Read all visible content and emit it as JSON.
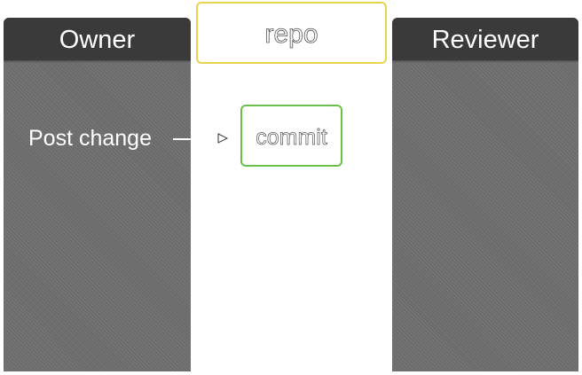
{
  "lanes": {
    "owner": {
      "title": "Owner"
    },
    "repo": {
      "title": "repo"
    },
    "reviewer": {
      "title": "Reviewer"
    }
  },
  "nodes": {
    "commit": {
      "label": "commit"
    }
  },
  "edges": {
    "post_change": {
      "label": "Post change"
    }
  },
  "colors": {
    "lane_fill": "#6b6b6b",
    "lane_header": "#3a3a3a",
    "repo_border": "#e8d44d",
    "commit_border": "#6abf4b"
  }
}
